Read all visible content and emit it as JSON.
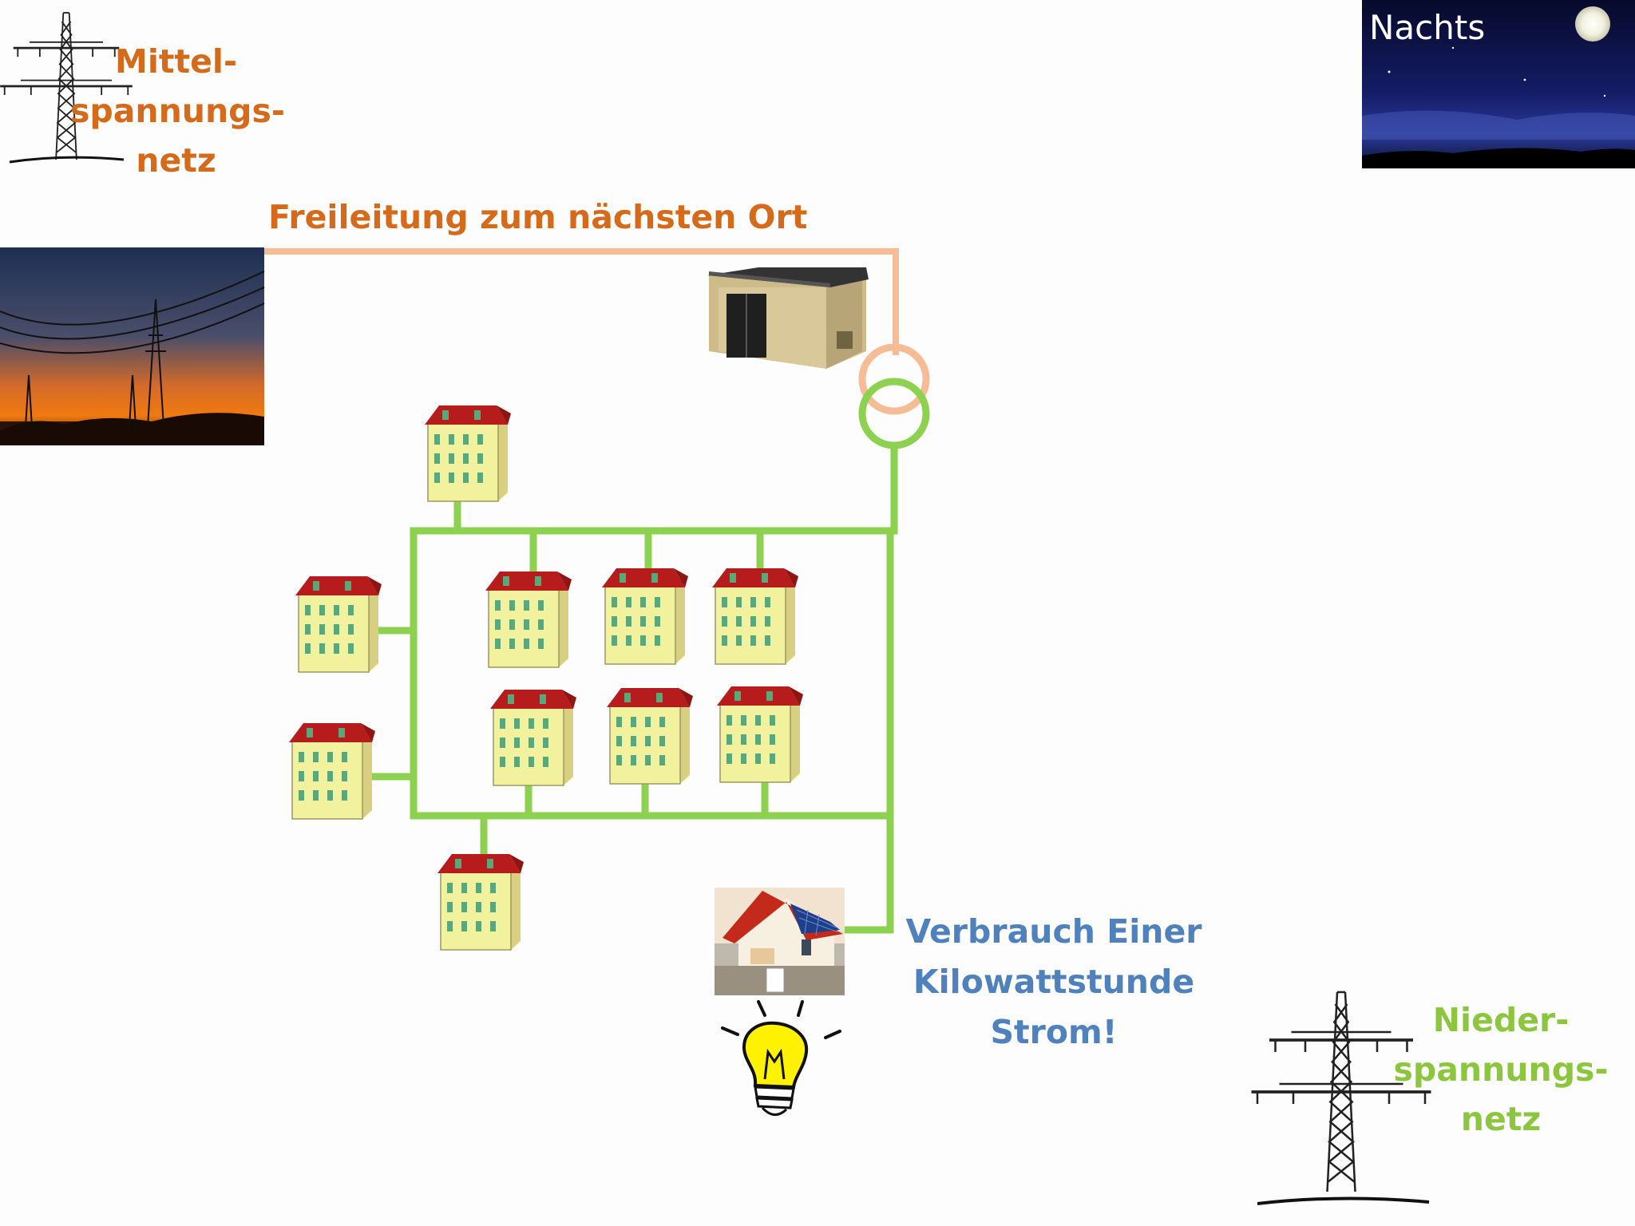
{
  "labels": {
    "mittel": [
      "Mittel-",
      "spannungs-",
      "netz"
    ],
    "nieder": [
      "Nieder-",
      "spannungs-",
      "netz"
    ],
    "freileitung": "Freileitung zum nächsten Ort",
    "verbrauch": [
      "Verbrauch Einer",
      "Kilowattstunde Strom!"
    ],
    "nachts": "Nachts"
  },
  "colors": {
    "medium_voltage_label": "#d46a1a",
    "medium_voltage_line": "#f6bc95",
    "low_voltage": "#8cd14f",
    "low_voltage_label": "#8cc63f",
    "consumption_label": "#4f81bd",
    "bulb": "#fff200"
  },
  "icons": [
    "power-pylon-icon",
    "power-pylon-icon",
    "transformer-station-icon",
    "transformer-symbol-icon",
    "apartment-building-icon",
    "solar-house-icon",
    "light-bulb-icon"
  ]
}
